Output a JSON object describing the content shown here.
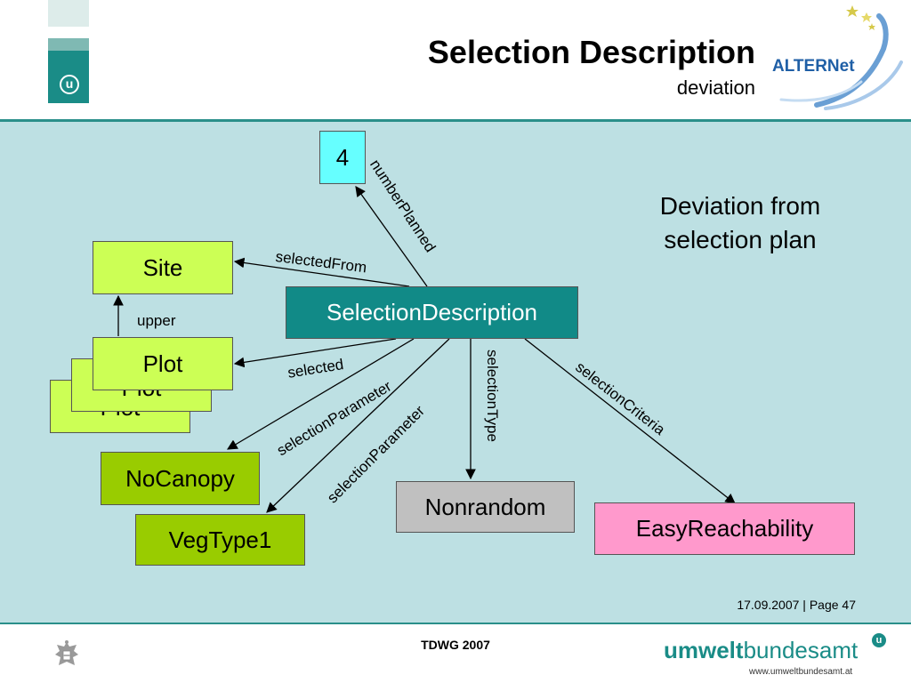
{
  "header": {
    "title": "Selection Description",
    "subtitle": "deviation",
    "logo_letter": "u",
    "partner_logo_text": "ALTERNet"
  },
  "diagram": {
    "nodes": {
      "four": "4",
      "site": "Site",
      "plot_back2": "Plot",
      "plot_back1": "Plot",
      "plot_front": "Plot",
      "selection_description": "SelectionDescription",
      "nocanopy": "NoCanopy",
      "vegtype1": "VegType1",
      "nonrandom": "Nonrandom",
      "easy_reachability": "EasyReachability"
    },
    "edges": {
      "number_planned": "numberPlanned",
      "selected_from": "selectedFrom",
      "upper": "upper",
      "selected": "selected",
      "selection_parameter_1": "selectionParameter",
      "selection_parameter_2": "selectionParameter",
      "selection_type": "selectionType",
      "selection_criteria": "selectionCriteria"
    },
    "note_line1": "Deviation from",
    "note_line2": "selection plan"
  },
  "footer": {
    "date_page": "17.09.2007 | Page 47",
    "event": "TDWG 2007",
    "org_bold": "umwelt",
    "org_regular": "bundesamt",
    "org_url": "www.umweltbundesamt.at"
  },
  "colors": {
    "panel": "#bde0e3",
    "accent": "#1a8c87",
    "lime": "#ccff55",
    "green": "#99cc00",
    "cyan": "#66ffff",
    "grey": "#c0c0c0",
    "pink": "#ff99cc"
  }
}
